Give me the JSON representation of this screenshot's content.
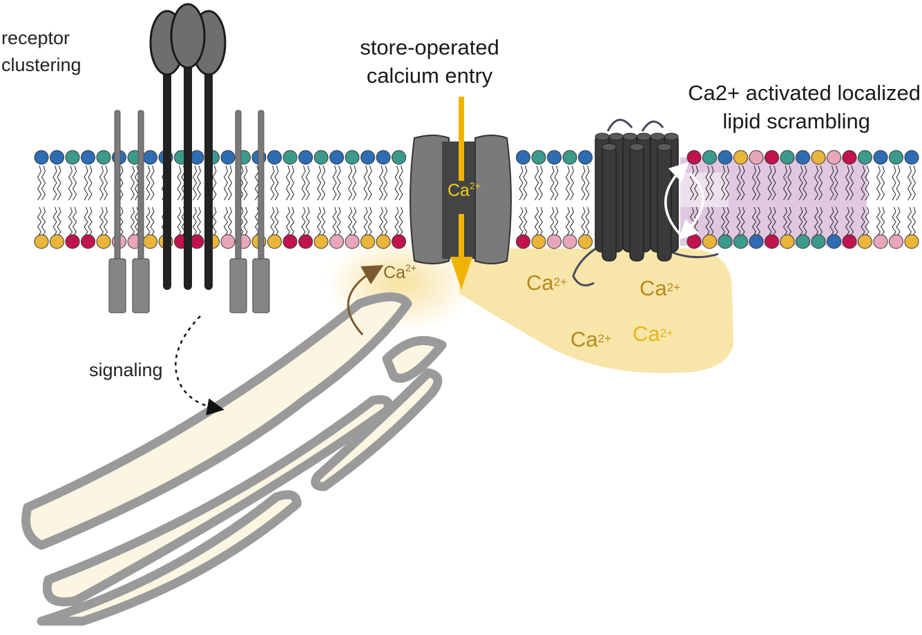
{
  "labels": {
    "receptor_line1": "receptor",
    "receptor_line2": "clustering",
    "soce_line1": "store-operated",
    "soce_line2": "calcium entry",
    "scramble_line1": "Ca2+ activated localized",
    "scramble_line2": "lipid scrambling",
    "signaling": "signaling"
  },
  "ions": {
    "channel": "Ca",
    "er_release": "Ca",
    "cytosol_1": "Ca",
    "cytosol_2": "Ca",
    "cytosol_3": "Ca",
    "cytosol_4": "Ca",
    "charge": "2+"
  },
  "colors": {
    "head_blue": "#2e6db4",
    "head_teal": "#3c9a8c",
    "head_pink": "#e8a6b9",
    "head_crimson": "#c0134f",
    "head_yellow": "#e9b53a",
    "calcium_arrow": "#f0b400",
    "calcium_text": "#b48a1e",
    "calcium_text_bright": "#e4b81c",
    "calcium_cloud": "#f7e09a",
    "scramble_zone": "#c69ac8",
    "er_fill": "#fbf6e2",
    "er_border": "#9a9a9a",
    "protein_dark": "#3a3a3a",
    "protein_gray": "#757575",
    "receptor_head": "#6e6e6e"
  },
  "icons": {
    "receptor_cluster": "receptor-cluster-icon",
    "calcium_channel": "orai-channel-icon",
    "scramblase": "scramblase-icon",
    "endoplasmic_reticulum": "er-icon"
  }
}
